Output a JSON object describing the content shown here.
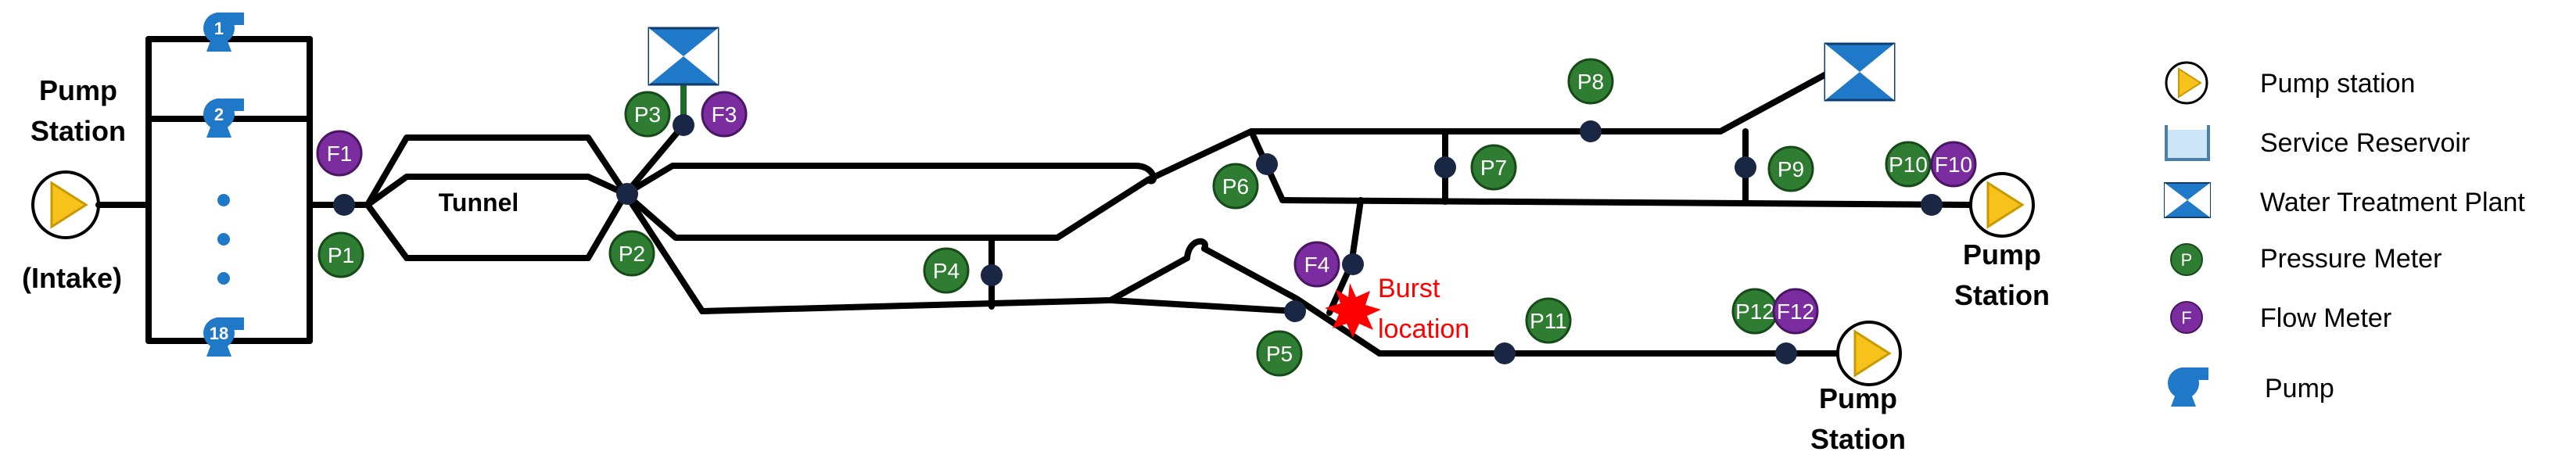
{
  "colors": {
    "pipe": "#000000",
    "node": "#1a2744",
    "pressure_meter": "#2e7d32",
    "flow_meter": "#7b2c9e",
    "pump": "#1f78c8",
    "pump_station_fill": "#f7c21a",
    "treatment_plant": "#1f78c8",
    "reservoir": "#cde6f7",
    "burst": "#ff0000"
  },
  "intake": {
    "label_line1": "Pump",
    "label_line2": "Station",
    "label_line3": "(Intake)"
  },
  "pumps": {
    "top": "1",
    "second": "2",
    "bottom": "18"
  },
  "tunnel_label": "Tunnel",
  "pressure_meters": {
    "p1": "P1",
    "p2": "P2",
    "p3": "P3",
    "p4": "P4",
    "p5": "P5",
    "p6": "P6",
    "p7": "P7",
    "p8": "P8",
    "p9": "P9",
    "p10": "P10",
    "p11": "P11",
    "p12": "P12"
  },
  "flow_meters": {
    "f1": "F1",
    "f3": "F3",
    "f4": "F4",
    "f10": "F10",
    "f12": "F12"
  },
  "burst": {
    "line1": "Burst",
    "line2": "location"
  },
  "outlet_station_east": {
    "line1": "Pump",
    "line2": "Station"
  },
  "outlet_station_south": {
    "line1": "Pump",
    "line2": "Station"
  },
  "legend": {
    "pump_station": "Pump station",
    "service_reservoir": "Service Reservoir",
    "treatment_plant": "Water Treatment Plant",
    "pressure_meter": "Pressure Meter",
    "pressure_meter_symbol": "P",
    "flow_meter": "Flow Meter",
    "flow_meter_symbol": "F",
    "pump": "Pump"
  }
}
